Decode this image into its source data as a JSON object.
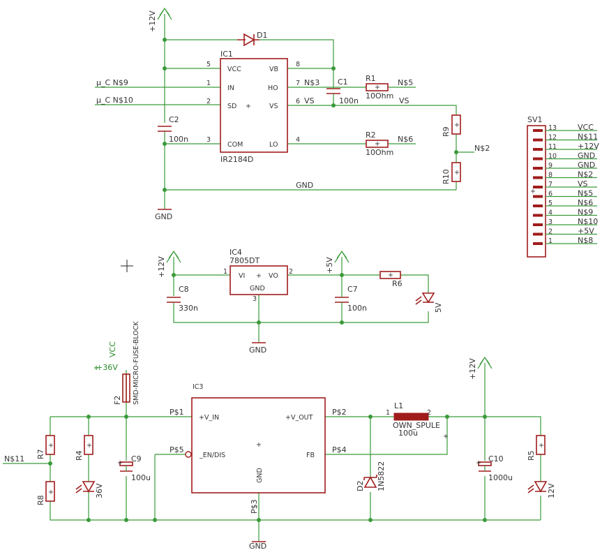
{
  "supply": {
    "p12v": "+12V",
    "p5v": "+5V",
    "vcc": "VCC",
    "p36v": "+36V",
    "gnd": "GND"
  },
  "ic1": {
    "name": "IC1",
    "value": "IR2184D",
    "pins": [
      "VCC",
      "IN",
      "SD",
      "COM",
      "VB",
      "HO",
      "VS",
      "LO"
    ],
    "pin_numbers": [
      "5",
      "1",
      "2",
      "3",
      "8",
      "7",
      "6",
      "4"
    ]
  },
  "ic3": {
    "name": "IC3",
    "pins": [
      "+V_IN",
      "_EN/DIS",
      "GND",
      "+V_OUT",
      "FB"
    ],
    "pads": [
      "P$1",
      "P$5",
      "P$3",
      "P$2",
      "P$4"
    ]
  },
  "ic4": {
    "name": "IC4",
    "value": "7805DT",
    "pins": [
      "VI",
      "GND",
      "VO"
    ],
    "pin_numbers": [
      "1",
      "3",
      "2"
    ]
  },
  "components": {
    "d1": "D1",
    "c1": "C1",
    "c1v": "100n",
    "c2": "C2",
    "c2v": "100n",
    "r1": "R1",
    "r1v": "10Ohm",
    "r2": "R2",
    "r2v": "10Ohm",
    "r9": "R9",
    "r10": "R10",
    "c8": "C8",
    "c8v": "330n",
    "c7": "C7",
    "c7v": "100n",
    "r6": "R6",
    "led5v": "5V",
    "f2": "F2",
    "f2v": "SMD-MICRO-FUSE-BLOCK",
    "r7": "R7",
    "r8": "R8",
    "r4": "R4",
    "led36": "36V",
    "c9": "C9",
    "c9v": "100u",
    "l1": "L1",
    "l1v": "OWN_SPULE",
    "l1v2": "100u",
    "l1p1": "1",
    "l1p2": "2",
    "d2": "D2",
    "d2v": "1N5822",
    "c10": "C10",
    "c10v": "1000u",
    "r5": "R5",
    "led12": "12V"
  },
  "nets": {
    "muc9": "µ_C N$9",
    "muc10": "µ_C N$10",
    "n3": "N$3",
    "n5": "N$5",
    "n6": "N$6",
    "vs": "VS",
    "vs2": "VS",
    "n2": "N$2",
    "gnd": "GND",
    "n11": "N$11"
  },
  "sv1": {
    "name": "SV1",
    "pins": [
      {
        "num": "13",
        "label": "VCC"
      },
      {
        "num": "12",
        "label": "N$11"
      },
      {
        "num": "11",
        "label": "+12V"
      },
      {
        "num": "10",
        "label": "GND"
      },
      {
        "num": "9",
        "label": "GND"
      },
      {
        "num": "8",
        "label": "N$2"
      },
      {
        "num": "7",
        "label": "VS"
      },
      {
        "num": "6",
        "label": "N$5"
      },
      {
        "num": "5",
        "label": "N$6"
      },
      {
        "num": "4",
        "label": "N$9"
      },
      {
        "num": "3",
        "label": "N$10"
      },
      {
        "num": "2",
        "label": "+5V"
      },
      {
        "num": "1",
        "label": "N$8"
      }
    ]
  },
  "colors": {
    "wire": "#3a9a3a",
    "part": "#a01c1c",
    "text": "#333333"
  }
}
